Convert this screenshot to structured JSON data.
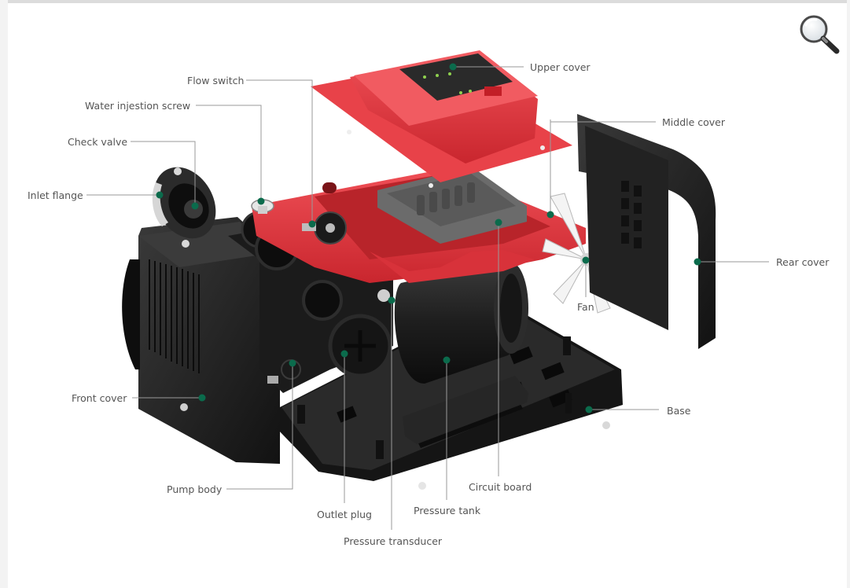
{
  "labels": {
    "upper_cover": "Upper cover",
    "flow_switch": "Flow switch",
    "water_injection_screw": "Water injestion screw",
    "check_valve": "Check valve",
    "inlet_flange": "Inlet flange",
    "middle_cover": "Middle cover",
    "rear_cover": "Rear cover",
    "fan": "Fan",
    "front_cover": "Front cover",
    "base": "Base",
    "pump_body": "Pump body",
    "circuit_board": "Circuit board",
    "outlet_plug": "Outlet plug",
    "pressure_tank": "Pressure tank",
    "pressure_transducer": "Pressure transducer"
  },
  "toolbar": {
    "zoom_icon": "magnifier-icon"
  },
  "colors": {
    "accent_red": "#e63a42",
    "body_black": "#1c1c1c",
    "dot": "#0b6b4c"
  }
}
